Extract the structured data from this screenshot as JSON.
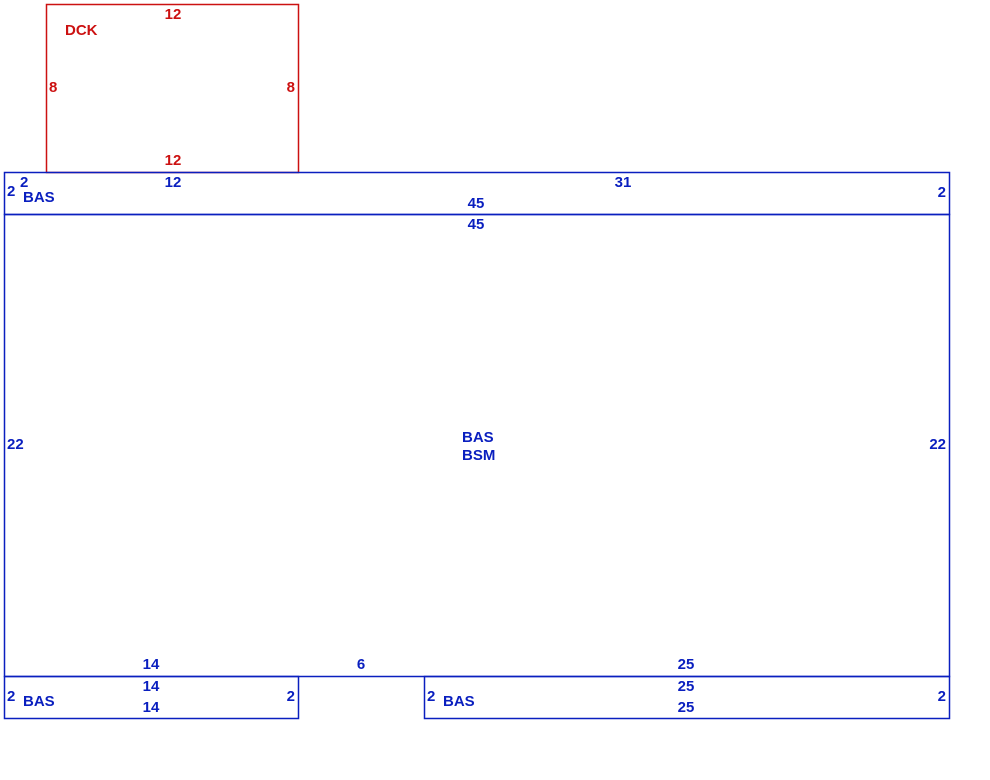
{
  "colors": {
    "deck": "#cc1111",
    "base": "#0a1fbf",
    "background": "#ffffff"
  },
  "deck": {
    "code": "DCK",
    "top_dim": "12",
    "bottom_dim": "12",
    "left_dim": "8",
    "right_dim": "8"
  },
  "top_strip": {
    "code": "BAS",
    "corner_dim": "2",
    "left_dim": "2",
    "right_dim": "2",
    "top_left_dim": "12",
    "top_right_dim": "31",
    "bottom_dim": "45"
  },
  "main_area": {
    "code_1": "BAS",
    "code_2": "BSM",
    "top_dim": "45",
    "left_dim": "22",
    "right_dim": "22",
    "bottom_left_dim": "14",
    "bottom_gap_dim": "6",
    "bottom_right_dim": "25"
  },
  "bottom_left_strip": {
    "code": "BAS",
    "top_dim": "14",
    "bottom_dim": "14",
    "left_dim": "2",
    "right_dim": "2"
  },
  "bottom_right_strip": {
    "code": "BAS",
    "top_dim": "25",
    "bottom_dim": "25",
    "left_dim": "2",
    "right_dim": "2"
  }
}
